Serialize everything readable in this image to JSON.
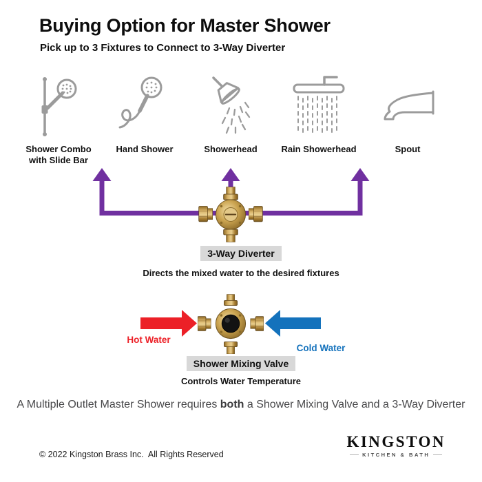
{
  "header": {
    "title": "Buying Option for Master Shower",
    "subtitle": "Pick up to 3 Fixtures to Connect to 3-Way Diverter"
  },
  "fixtures": [
    {
      "label": "Shower Combo with Slide Bar",
      "icon": "shower-combo-slide-bar-icon"
    },
    {
      "label": "Hand Shower",
      "icon": "hand-shower-icon"
    },
    {
      "label": "Showerhead",
      "icon": "showerhead-icon"
    },
    {
      "label": "Rain Showerhead",
      "icon": "rain-showerhead-icon"
    },
    {
      "label": "Spout",
      "icon": "spout-icon"
    }
  ],
  "diverter": {
    "label": "3-Way Diverter",
    "description": "Directs the mixed water to the desired fixtures"
  },
  "mixing_valve": {
    "label": "Shower Mixing Valve",
    "description": "Controls Water Temperature",
    "hot_label": "Hot Water",
    "cold_label": "Cold Water"
  },
  "note": {
    "prefix": "A Multiple Outlet Master Shower requires ",
    "bold": "both",
    "suffix": " a Shower Mixing Valve and a 3-Way Diverter"
  },
  "footer": {
    "copyright": "© 2022 Kingston Brass Inc.  All Rights Reserved",
    "brand": "KINGSTON",
    "brand_tagline": "KITCHEN & BATH"
  },
  "colors": {
    "purple": "#7030a0",
    "hot_red": "#ec2027",
    "cold_blue": "#1472bc",
    "icon_gray": "#9b9b9b",
    "badge_bg": "#d8d8d8",
    "brass": "#c9a050"
  }
}
